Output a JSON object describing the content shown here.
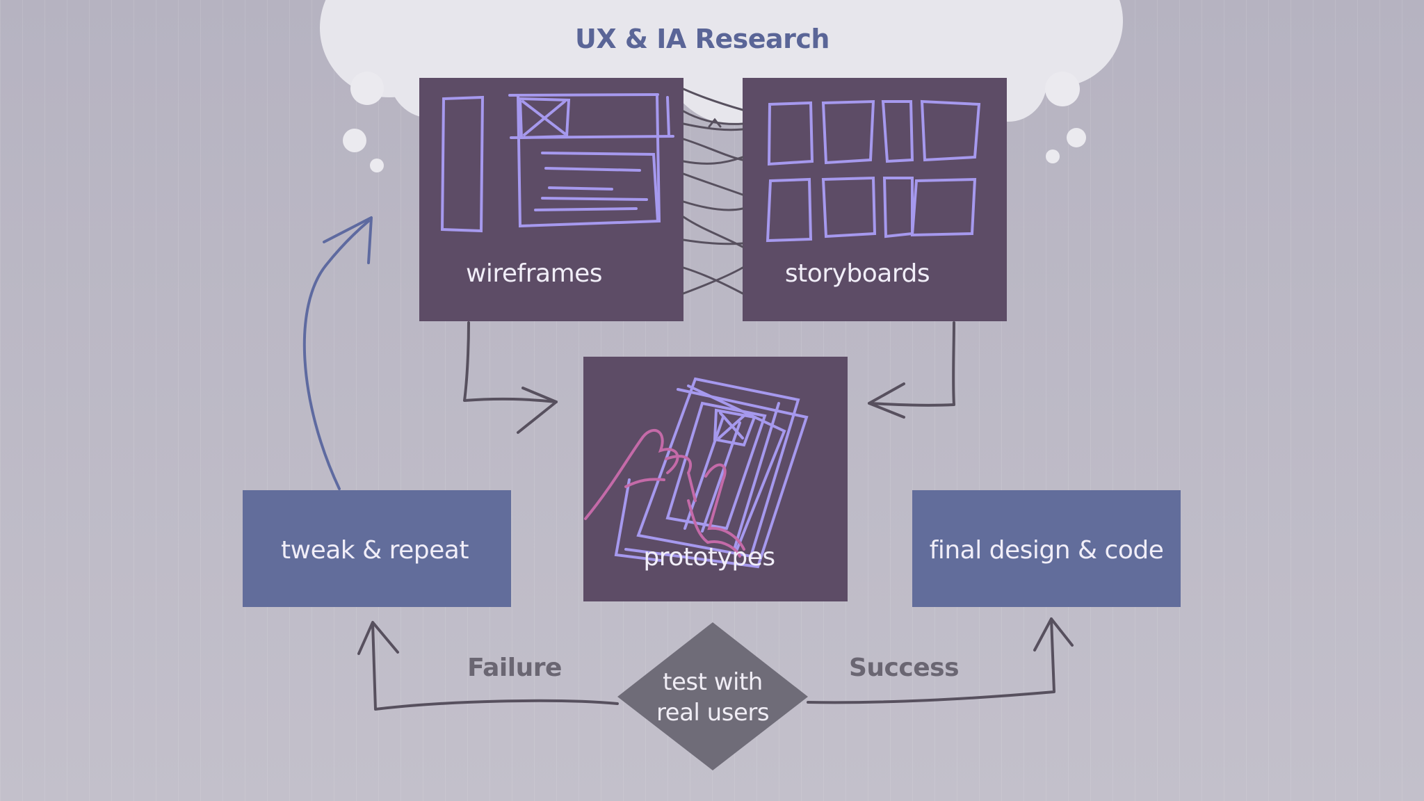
{
  "title": "UX & IA Research",
  "nodes": {
    "wireframes": {
      "label": "wireframes"
    },
    "storyboards": {
      "label": "storyboards"
    },
    "prototypes": {
      "label": "prototypes"
    },
    "tweak": {
      "label": "tweak & repeat"
    },
    "final": {
      "label": "final design & code"
    },
    "test": {
      "line1": "test with",
      "line2": "real users"
    }
  },
  "edges": {
    "failure": "Failure",
    "success": "Success"
  },
  "colors": {
    "dark_box": "#5d4c66",
    "blue_box": "#626d9b",
    "diamond": "#6f6c78",
    "sketch_purple": "#a699ee",
    "sketch_pink": "#c46aa8",
    "arrow_dark": "#57505e",
    "arrow_blue": "#5e6aa0",
    "cloud": "#e7e6ec"
  }
}
